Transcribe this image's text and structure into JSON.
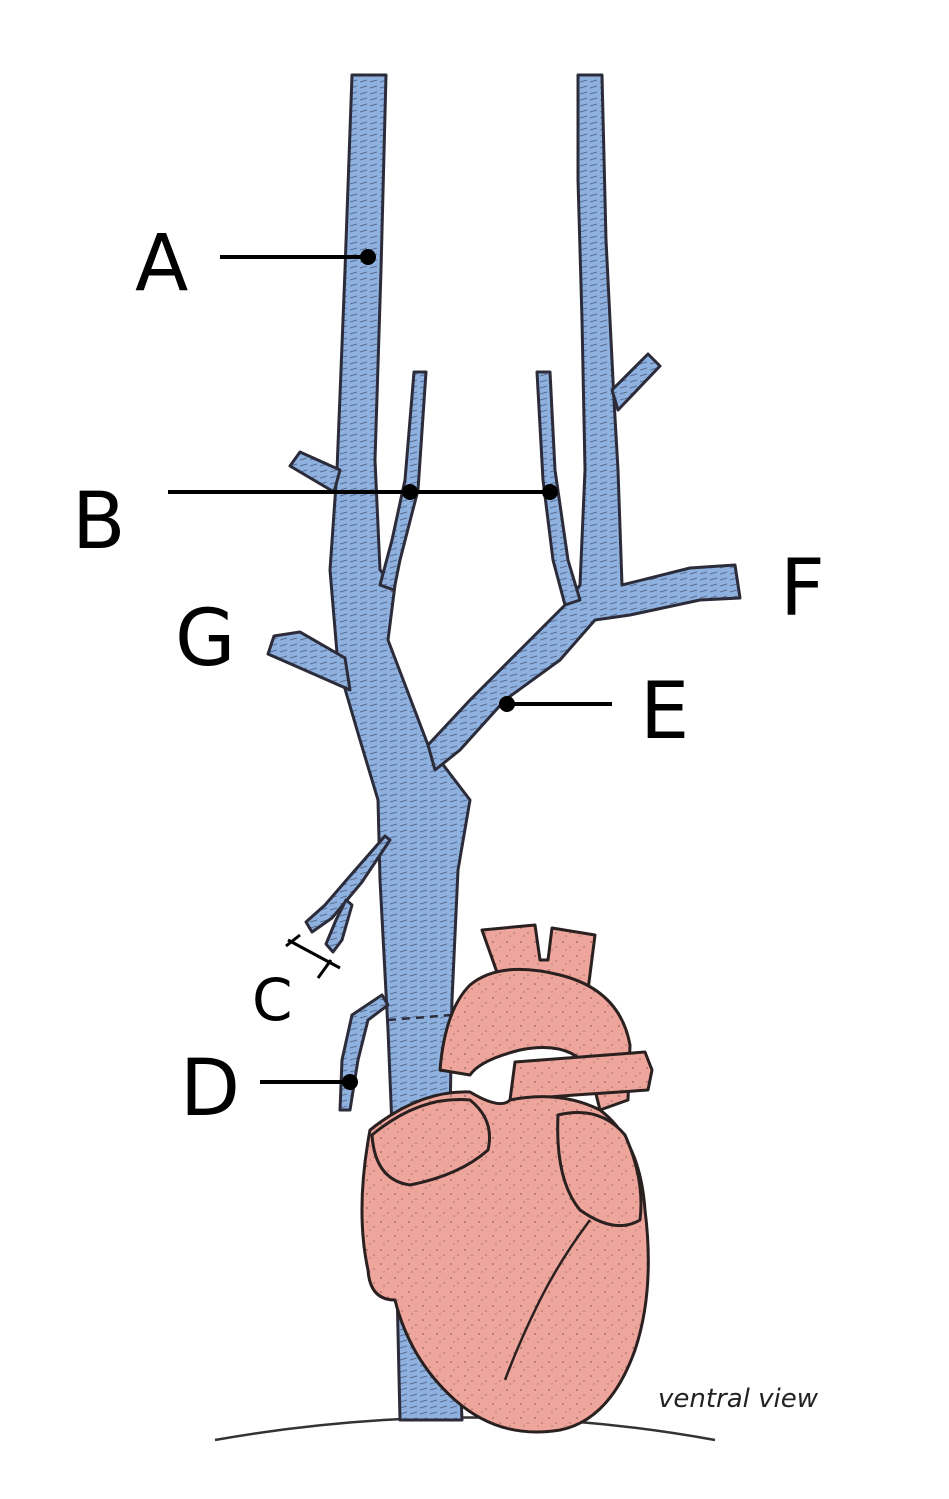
{
  "labels": {
    "a": "A",
    "b": "B",
    "c": "C",
    "d": "D",
    "e": "E",
    "f": "F",
    "g": "G"
  },
  "caption": "ventral view",
  "colors": {
    "vein": "#8fb1df",
    "heart": "#eea69c",
    "outline": "#2b2b3a"
  }
}
